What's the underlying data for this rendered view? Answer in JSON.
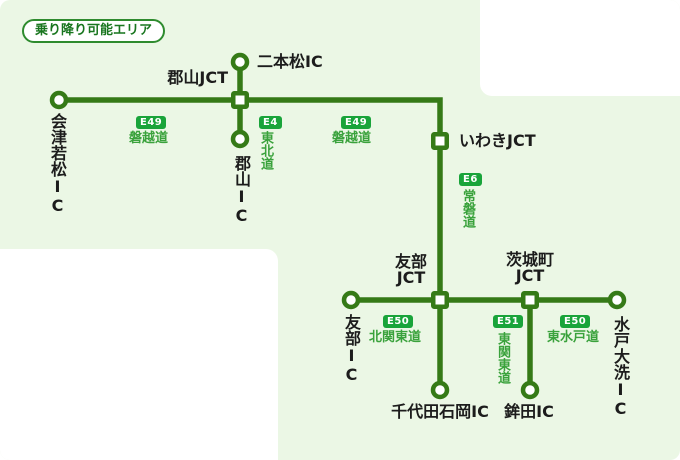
{
  "title": "乗り降り可能エリア",
  "colors": {
    "panel_bg": "#ebf7e5",
    "road_line": "#357a17",
    "badge_bg": "#19a43a",
    "road_text": "#3aa23c",
    "title_text": "#19761f",
    "title_border": "#2e8b2e",
    "node_label": "#1c1c1c"
  },
  "nodes": {
    "aizuwakamatsu_ic": {
      "label": "会津若松IC",
      "type": "IC"
    },
    "nihonmatsu_ic": {
      "label": "二本松IC",
      "type": "IC"
    },
    "koriyama_jct": {
      "label": "郡山JCT",
      "type": "JCT"
    },
    "koriyama_ic": {
      "label": "郡山IC",
      "type": "IC"
    },
    "iwaki_jct": {
      "label": "いわきJCT",
      "type": "JCT"
    },
    "tomobe_jct": {
      "line1": "友部",
      "line2": "JCT",
      "type": "JCT"
    },
    "ibarakimachi_jct": {
      "line1": "茨城町",
      "line2": "JCT",
      "type": "JCT"
    },
    "tomobe_ic": {
      "label": "友部IC",
      "type": "IC"
    },
    "mito_oarai_ic": {
      "label": "水戸大洗IC",
      "type": "IC"
    },
    "chiyoda_ishioka_ic": {
      "label": "千代田石岡IC",
      "type": "IC"
    },
    "hokota_ic": {
      "label": "鉾田IC",
      "type": "IC"
    }
  },
  "roads": {
    "banetsu_left": {
      "code": "E49",
      "name": "磐越道"
    },
    "tohoku": {
      "code": "E4",
      "name": "東北道"
    },
    "banetsu_right": {
      "code": "E49",
      "name": "磐越道"
    },
    "joban": {
      "code": "E6",
      "name": "常磐道"
    },
    "kita_kanto": {
      "code": "E50",
      "name": "北関東道"
    },
    "higashi_kanto": {
      "code": "E51",
      "name": "東関東道"
    },
    "higashi_mito": {
      "code": "E50",
      "name": "東水戸道"
    }
  },
  "connections": [
    {
      "from": "会津若松IC",
      "to": "郡山JCT",
      "road": "E49 磐越道"
    },
    {
      "from": "二本松IC",
      "to": "郡山JCT",
      "road": "E4 東北道"
    },
    {
      "from": "郡山JCT",
      "to": "郡山IC",
      "road": "E4 東北道"
    },
    {
      "from": "郡山JCT",
      "to": "いわきJCT",
      "road": "E49 磐越道"
    },
    {
      "from": "いわきJCT",
      "to": "友部JCT",
      "road": "E6 常磐道"
    },
    {
      "from": "友部IC",
      "to": "友部JCT",
      "road": "E50 北関東道"
    },
    {
      "from": "友部JCT",
      "to": "千代田石岡IC",
      "road": "E6 常磐道"
    },
    {
      "from": "友部JCT",
      "to": "茨城町JCT",
      "road": "E50 北関東道"
    },
    {
      "from": "茨城町JCT",
      "to": "鉾田IC",
      "road": "E51 東関東道"
    },
    {
      "from": "茨城町JCT",
      "to": "水戸大洗IC",
      "road": "E50 東水戸道"
    }
  ]
}
